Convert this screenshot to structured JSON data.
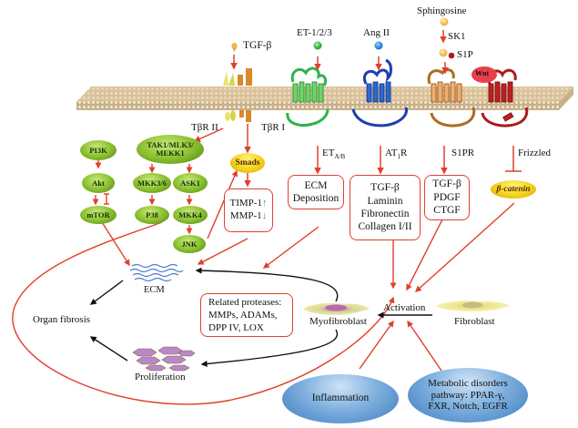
{
  "ligands": {
    "tgf_beta": "TGF-β",
    "endothelin": "ET-1/2/3",
    "ang_ii": "Ang II",
    "sphingosine": "Sphingosine",
    "sk1": "SK1",
    "s1p": "S1P",
    "wnt": "Wnt"
  },
  "receptors": {
    "tbr2": "TβR II",
    "tbr1": "TβR I",
    "eta_b": "ET",
    "eta_b_sub": "A/B",
    "at1r_pre": "AT",
    "at1r_sub": "1",
    "at1r_post": "R",
    "s1pr": "S1PR",
    "frizzled": "Frizzled"
  },
  "colors": {
    "arrow": "#e0402a",
    "black_arrow": "#111111",
    "et_receptor": "#2db34a",
    "at1_receptor": "#1c3fb0",
    "s1p_receptor": "#c77a2a",
    "frizzled_receptor": "#b01818",
    "membrane": "#d9c19a"
  },
  "pathway_nodes": {
    "pi3k": "PI3K",
    "akt": "Akt",
    "mtor": "mTOR",
    "tak1": [
      "TAK1/MLK3/",
      "MEKK1"
    ],
    "mkk36": "MKK3/6",
    "ask1": "ASK1",
    "p38": "P38",
    "mkk4": "MKK4",
    "jnk": "JNK",
    "smads": "Smads",
    "beta_catenin": "β-catenin"
  },
  "boxes": {
    "timp_mmp": {
      "line1": "TIMP-1",
      "line1_arrow": "↑",
      "line2": "MMP-1",
      "line2_arrow": "↓"
    },
    "ecm_deposition": [
      "ECM",
      "Deposition"
    ],
    "at1r_targets": [
      "TGF-β",
      "Laminin",
      "Fibronectin",
      "Collagen I/II"
    ],
    "s1pr_targets": [
      "TGF-β",
      "PDGF",
      "CTGF"
    ],
    "proteases": [
      "Related proteases:",
      "MMPs, ADAMs,",
      "DPP IV, LOX"
    ]
  },
  "outcomes": {
    "ecm": "ECM",
    "organ_fibrosis": "Organ fibrosis",
    "proliferation": "Proliferation",
    "myofibroblast": "Myofibroblast",
    "activation": "Activation",
    "fibroblast": "Fibroblast",
    "inflammation": "Inflammation",
    "metabolic": [
      "Metabolic disorders",
      "pathway: PPAR-γ,",
      "FXR, Notch, EGFR"
    ]
  }
}
